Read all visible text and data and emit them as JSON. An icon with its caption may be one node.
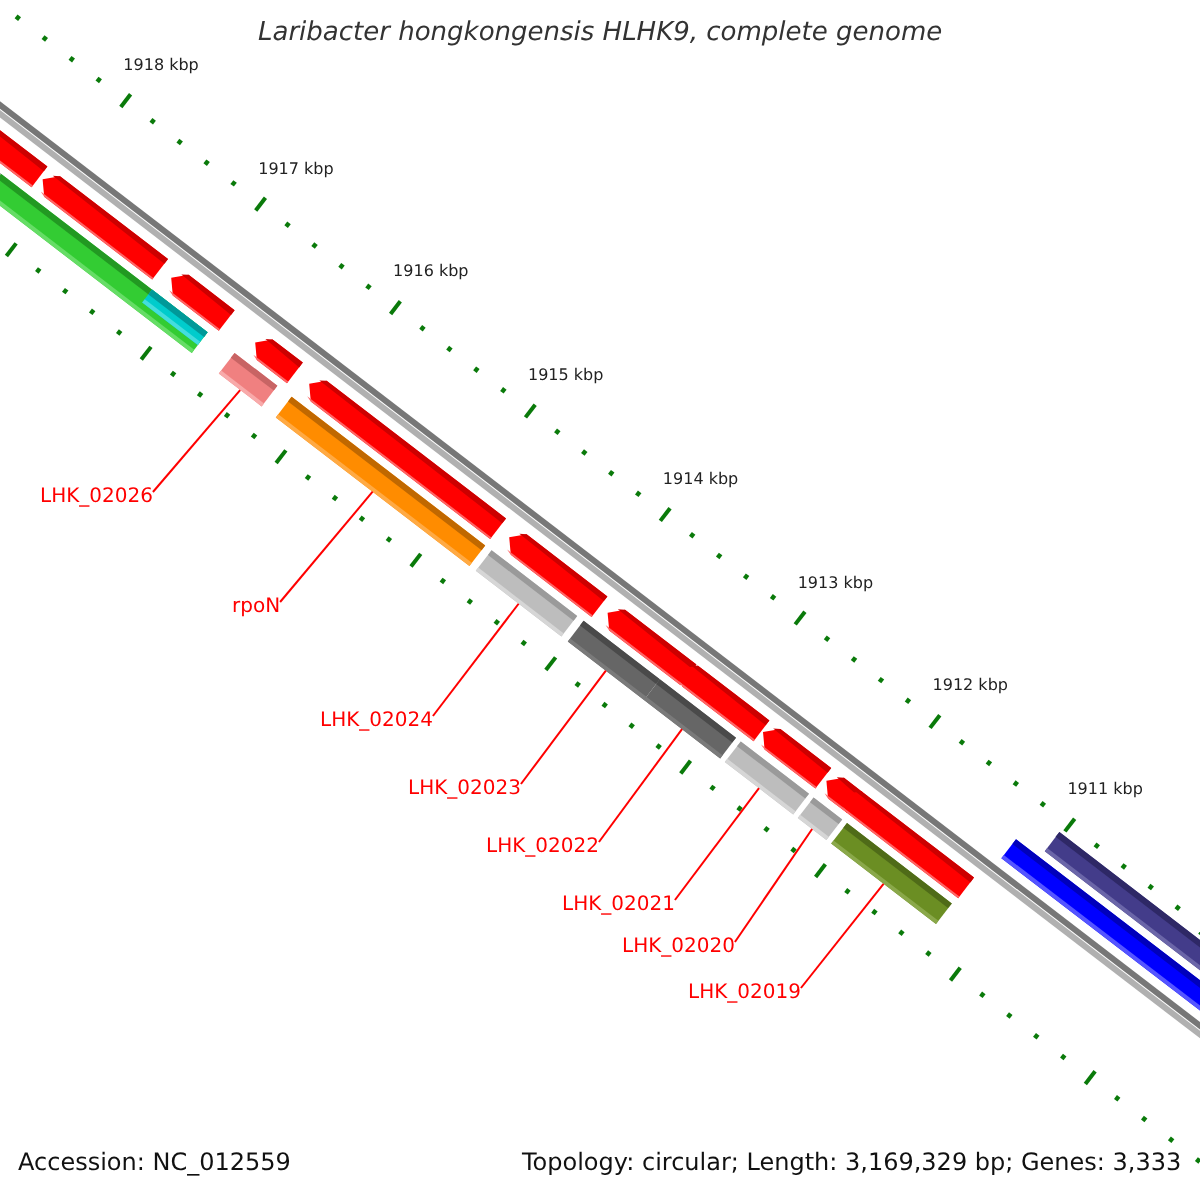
{
  "diagram": {
    "title": "Laribacter hongkongensis HLHK9, complete genome",
    "nodes": [
      {
        "text": [
          "LHK_02026"
        ]
      },
      {
        "text": [
          "rpoN"
        ]
      },
      {
        "text": [
          "LHK_02024"
        ]
      },
      {
        "text": [
          "LHK_02023"
        ]
      },
      {
        "text": [
          "LHK_02022"
        ]
      },
      {
        "text": [
          "LHK_02021"
        ]
      },
      {
        "text": [
          "LHK_02020"
        ]
      },
      {
        "text": [
          "LHK_02019"
        ]
      },
      {
        "text": [],
        "shape": "bar"
      },
      {
        "text": [],
        "shape": "bar"
      },
      {
        "text": [],
        "shape": "bar"
      },
      {
        "text": [],
        "shape": "bar"
      },
      {
        "text": [],
        "shape": "bar"
      },
      {
        "text": [],
        "shape": "bar"
      },
      {
        "text": [],
        "shape": "bar"
      },
      {
        "text": [],
        "shape": "bar"
      }
    ],
    "edges": [
      {
        "from": 0,
        "to": 8,
        "arrow": "none"
      },
      {
        "from": 1,
        "to": 9,
        "arrow": "none"
      },
      {
        "from": 2,
        "to": 10,
        "arrow": "none"
      },
      {
        "from": 3,
        "to": 11,
        "arrow": "none"
      },
      {
        "from": 4,
        "to": 12,
        "arrow": "none"
      },
      {
        "from": 5,
        "to": 13,
        "arrow": "none"
      },
      {
        "from": 6,
        "to": 14,
        "arrow": "none"
      },
      {
        "from": 7,
        "to": 15,
        "arrow": "none"
      }
    ],
    "labels": [
      "1918 kbp",
      "1917 kbp",
      "1916 kbp",
      "1915 kbp",
      "1914 kbp",
      "1913 kbp",
      "1912 kbp",
      "1911 kbp",
      "Accession: NC_012559",
      "Topology: circular; Length: 3,169,329 bp; Genes: 3,333"
    ]
  }
}
